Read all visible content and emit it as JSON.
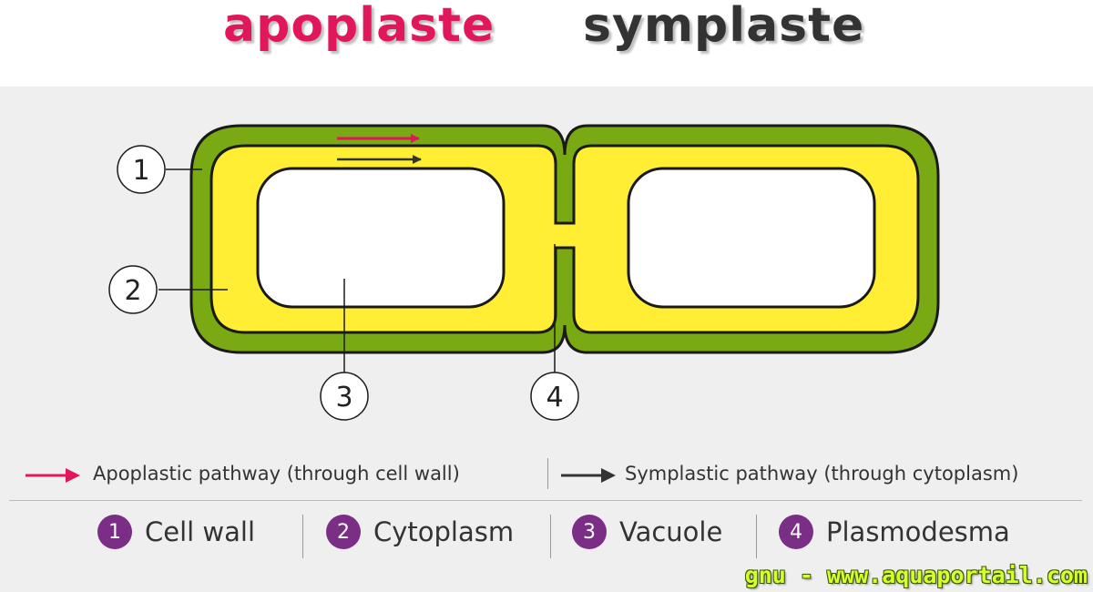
{
  "header": {
    "title_apoplast": "apoplaste",
    "title_symplast": "symplaste"
  },
  "callouts": [
    {
      "num": "1"
    },
    {
      "num": "2"
    },
    {
      "num": "3"
    },
    {
      "num": "4"
    }
  ],
  "legend": {
    "apoplastic": "Apoplastic pathway (through cell wall)",
    "symplastic": "Symplastic pathway (through cytoplasm)"
  },
  "key": [
    {
      "num": "1",
      "label": "Cell wall"
    },
    {
      "num": "2",
      "label": "Cytoplasm"
    },
    {
      "num": "3",
      "label": "Vacuole"
    },
    {
      "num": "4",
      "label": "Plasmodesma"
    }
  ],
  "credit": "gnu - www.aquaportail.com",
  "colors": {
    "cell_wall": "#7aaa13",
    "cytoplasm": "#ffee33",
    "vacuole": "#ffffff",
    "apoplastic_arrow": "#e0175a",
    "symplastic_arrow": "#333333",
    "key_badge": "#7b2e86"
  }
}
